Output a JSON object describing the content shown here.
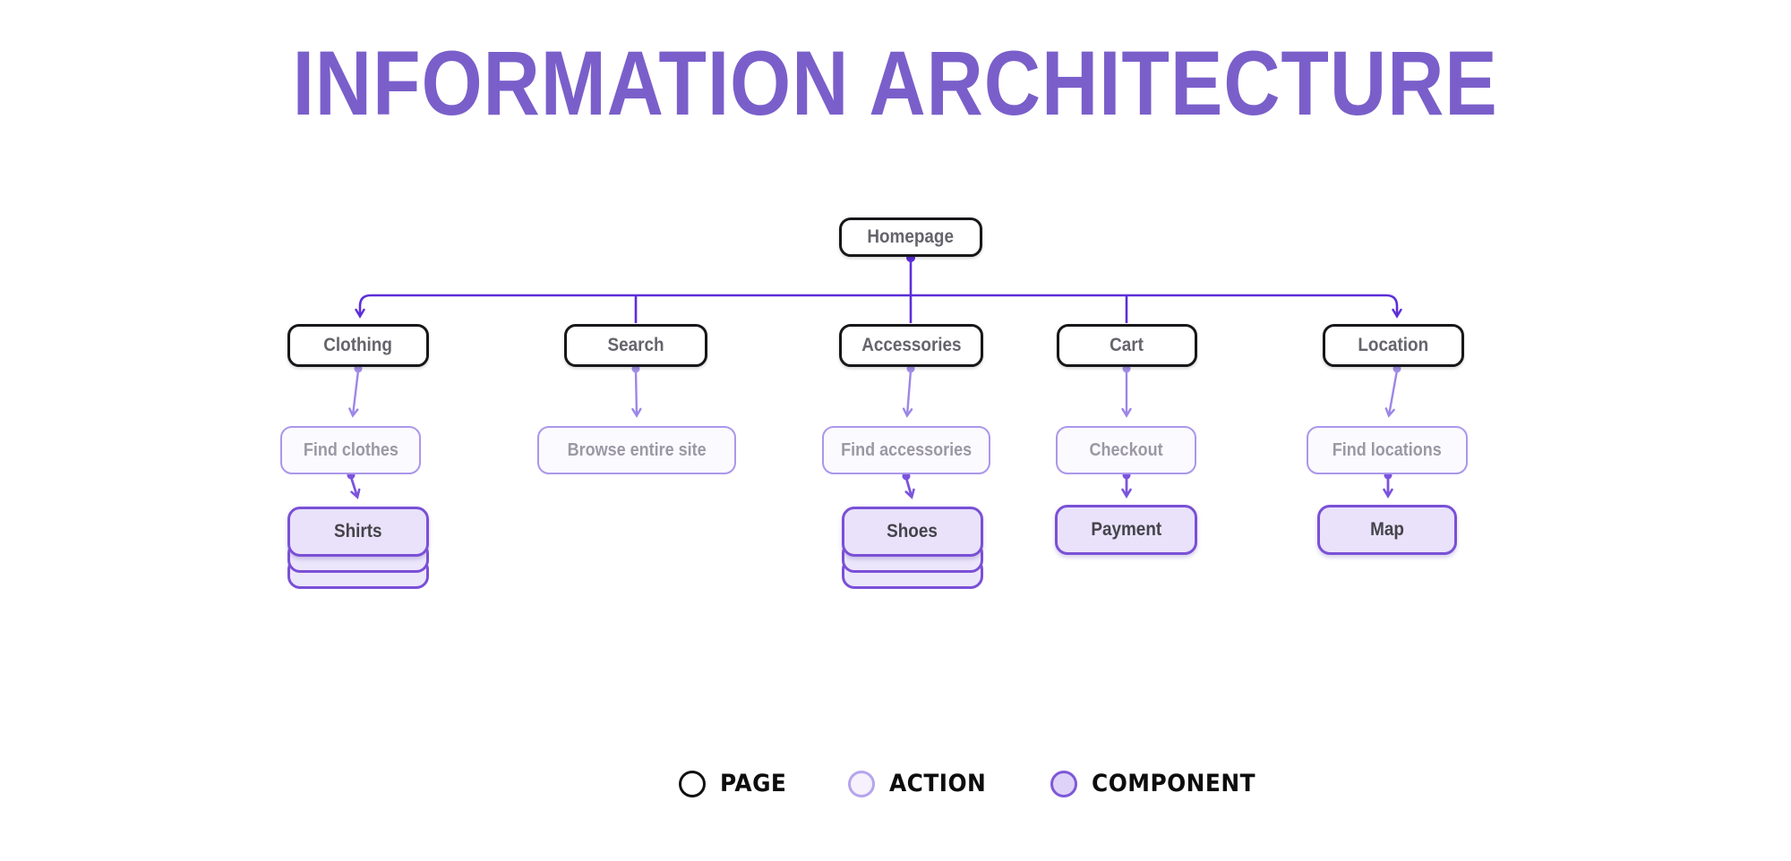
{
  "title": "INFORMATION ARCHITECTURE",
  "colors": {
    "background": "#ffffff",
    "title": "#7a5fca",
    "edge_dark": "#5c2ed8",
    "edge_light": "#9c86e8",
    "edge_mid": "#7b54dc",
    "page_border": "#17171a",
    "page_fill": "#ffffff",
    "page_text": "#64646b",
    "action_border": "#ab97ea",
    "action_fill": "#fbfaff",
    "action_text": "#9b98a4",
    "component_border": "#7a50d6",
    "component_fill": "#e9e2fa",
    "component_text": "#45434b"
  },
  "tree": {
    "root": {
      "label": "Homepage",
      "type": "page"
    },
    "branches": [
      {
        "page": "Clothing",
        "action": "Find clothes",
        "component": "Shirts",
        "component_stacked": true
      },
      {
        "page": "Search",
        "action": "Browse entire site",
        "component": null,
        "component_stacked": false
      },
      {
        "page": "Accessories",
        "action": "Find accessories",
        "component": "Shoes",
        "component_stacked": true
      },
      {
        "page": "Cart",
        "action": "Checkout",
        "component": "Payment",
        "component_stacked": false
      },
      {
        "page": "Location",
        "action": "Find locations",
        "component": "Map",
        "component_stacked": false
      }
    ]
  },
  "legend": [
    {
      "label": "PAGE",
      "type": "page"
    },
    {
      "label": "ACTION",
      "type": "action"
    },
    {
      "label": "COMPONENT",
      "type": "component"
    }
  ]
}
